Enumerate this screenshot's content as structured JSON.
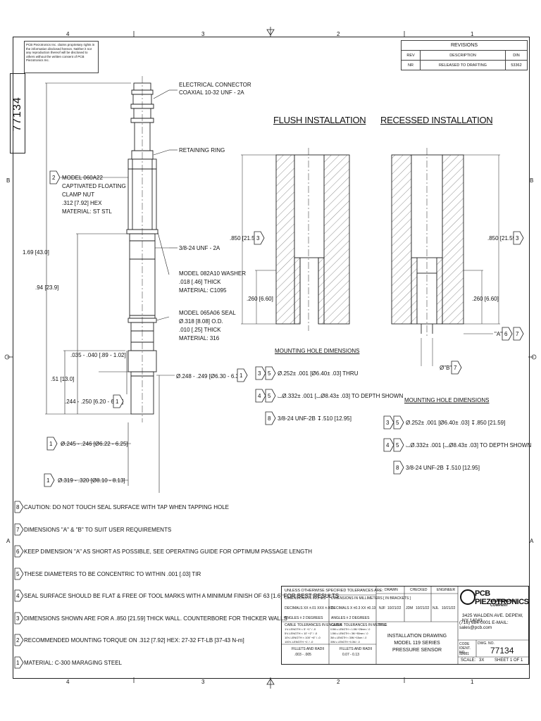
{
  "zones": {
    "top": [
      "4",
      "3",
      "2",
      "1"
    ],
    "bottom": [
      "4",
      "3",
      "2",
      "1"
    ],
    "sides": [
      "B",
      "A"
    ]
  },
  "legal_note": "PCB Piezotronics Inc. claims proprietary rights in the information disclosed hereon. Neither it nor any reproduction thereof will be disclosed to others without the written consent of PCB Piezotronics Inc.",
  "side_number": "77134",
  "revisions": {
    "title": "REVISIONS",
    "headers": [
      "REV",
      "DESCRIPTION",
      "DIN"
    ],
    "rows": [
      [
        "NR",
        "RELEASED TO DRAFTING",
        "53362"
      ]
    ]
  },
  "sensor_callouts": {
    "connector_line1": "ELECTRICAL CONNECTOR",
    "connector_line2": "COAXIAL 10-32 UNF - 2A",
    "retaining_ring": "RETAINING RING",
    "clamp_nut": [
      "MODEL 060A22",
      "CAPTIVATED FLOATING",
      "CLAMP NUT",
      ".312 [7.92] HEX",
      "MATERIAL: ST STL"
    ],
    "thread": "3/8-24 UNF - 2A",
    "washer": [
      "MODEL 082A10 WASHER",
      ".018 [.46] THICK",
      "MATERIAL: C1095"
    ],
    "seal": [
      "MODEL 065A06 SEAL",
      "Ø.318 [8.08] O.D.",
      ".010 [.25] THICK",
      "MATERIAL: 316"
    ],
    "dim_169": "1.69 [43.0]",
    "dim_94": ".94 [23.9]",
    "dim_035": ".035 - .040 [.89 - 1.02]",
    "dim_51": ".51 [13.0]",
    "dim_244": ".244 - .250 [6.20 - 6.35]",
    "dim_248": "Ø.248 - .249 [Ø6.30 - 6.32]",
    "dim_245": "Ø.245 - .246 [Ø6.22 - 6.25]",
    "dim_319": "Ø.319 - .320 [Ø8.10 - 8.13]",
    "flag_2": "2",
    "flag_1a": "1",
    "flag_1b": "1",
    "flag_1c": "1"
  },
  "flush": {
    "title": "FLUSH INSTALLATION",
    "dim_850": ".850 [21.59]",
    "dim_260": ".260 [6.60]",
    "flag": "3",
    "holes_title": "MOUNTING HOLE DIMENSIONS",
    "holes": [
      {
        "flags": [
          "3",
          "5"
        ],
        "text": "Ø.252± .001 [Ø6.40± .03] THRU"
      },
      {
        "flags": [
          "4",
          "5"
        ],
        "text": "⌴Ø.332± .001 [⌴Ø8.43± .03] TO DEPTH SHOWN"
      },
      {
        "flags": [
          "8"
        ],
        "text": "3/8-24 UNF-2B ↧.510 [12.95]"
      }
    ]
  },
  "recessed": {
    "title": "RECESSED INSTALLATION",
    "dim_850": ".850 [21.59]",
    "dim_260": ".260 [6.60]",
    "flag": "3",
    "dim_a": "\"A\"",
    "dim_b": "Ø\"B\"",
    "flag_a": "6",
    "flag_b": "7",
    "holes_title": "MOUNTING HOLE DIMENSIONS",
    "holes": [
      {
        "flags": [
          "3",
          "5"
        ],
        "text": "Ø.252± .001 [Ø6.40± .03] ↧.850 [21.59]"
      },
      {
        "flags": [
          "4",
          "5"
        ],
        "text": "⌴Ø.332± .001 [⌴Ø8.43± .03] TO DEPTH SHOWN"
      },
      {
        "flags": [
          "8"
        ],
        "text": "3/8-24 UNF-2B ↧.510 [12.95]"
      }
    ]
  },
  "notes": [
    {
      "n": "8",
      "text": "CAUTION: DO NOT TOUCH SEAL SURFACE WITH TAP WHEN TAPPING HOLE"
    },
    {
      "n": "7",
      "text": "DIMENSIONS \"A\" & \"B\" TO SUIT USER REQUIREMENTS"
    },
    {
      "n": "6",
      "text": "KEEP DIMENSION \"A\" AS SHORT AS POSSIBLE, SEE OPERATING GUIDE FOR OPTIMUM PASSAGE LENGTH"
    },
    {
      "n": "5",
      "text": "THESE DIAMETERS TO BE CONCENTRIC TO WITHIN .001 [.03] TIR"
    },
    {
      "n": "4",
      "text": "SEAL SURFACE SHOULD BE FLAT & FREE OF TOOL MARKS WITH A MINIMUM FINISH OF 63 [1.6] FOR BEST RESULTS"
    },
    {
      "n": "3",
      "text": "DIMENSIONS SHOWN ARE FOR A .850 [21.59] THICK WALL. COUNTERBORE FOR THICKER WALLS"
    },
    {
      "n": "2",
      "text": "RECOMMENDED MOUNTING TORQUE ON .312 [7.92] HEX: 27-32 FT-LB [37-43 N-m]"
    },
    {
      "n": "1",
      "text": "MATERIAL: C-300 MARAGING STEEL"
    }
  ],
  "title_block": {
    "tolerance_header": "UNLESS OTHERWISE SPECIFIED TOLERANCES ARE:",
    "inches_header": "DIMENSIONS IN INCHES",
    "mm_header": "DIMENSIONS IN MILLIMETERS [ IN BRACKETS ]",
    "inch_decimals": "DECIMALS   XX ±.01   XXX ±.005",
    "mm_decimals": "DECIMALS   X ±0.3   XX ±0.13",
    "inch_angles": "ANGLES ± 2 DEGREES",
    "mm_angles": "ANGLES ± 2 DEGREES",
    "cable_eng_header": "CABLE TOLERANCES IN ENGLISH",
    "cable_met_header": "CABLE TOLERANCES IN METRIC",
    "cable_eng": [
      "1'≤ LENGTH < 5'      +1\" / -0",
      "5'≤ LENGTH < 10'     +2\" / -0",
      "10'≤ LENGTH < 100'   +6\" / -0",
      "100'≤ LENGTH         +1' / -0"
    ],
    "cable_met": [
      "0.5M ≤ LENGTH < 1.5M  +25mm / -0",
      "1.5M ≤ LENGTH < 3M  +50mm / -0",
      "3M ≤ LENGTH < 30M   +15cm / -0",
      "30M ≤ LENGTH       +0.3M / -0"
    ],
    "fillets_eng_header": "FILLETS AND RADII",
    "fillets_eng": ".003 - .005",
    "fillets_met_header": "FILLETS AND RADII",
    "fillets_met": "0.07 - 0.13",
    "drawn_label": "DRAWN",
    "checked_label": "CHECKED",
    "engineer_label": "ENGINEER",
    "drawn": [
      "NJF",
      "10/21/22"
    ],
    "checked": [
      "JDM",
      "10/21/22"
    ],
    "engineer": [
      "NJL",
      "10/21/22"
    ],
    "title_label": "TITLE",
    "title_lines": [
      "INSTALLATION DRAWING",
      "MODEL 119 SERIES",
      "PRESSURE SENSOR"
    ],
    "company": "PCB PIEZOTRONICS",
    "company_sub": "AN AMPHENOL COMPANY",
    "address1": "3425 WALDEN AVE. DEPEW, NY 14043",
    "address2": "(716) 684-0001 E-MAIL: sales@pcb.com",
    "code_label": "CODE IDENT. NO.",
    "code": "52681",
    "dwg_label": "DWG. NO.",
    "dwg": "77134",
    "scale_label": "SCALE:",
    "scale": "3X",
    "sheet_label": "SHEET",
    "sheet": "1 OF 1"
  }
}
